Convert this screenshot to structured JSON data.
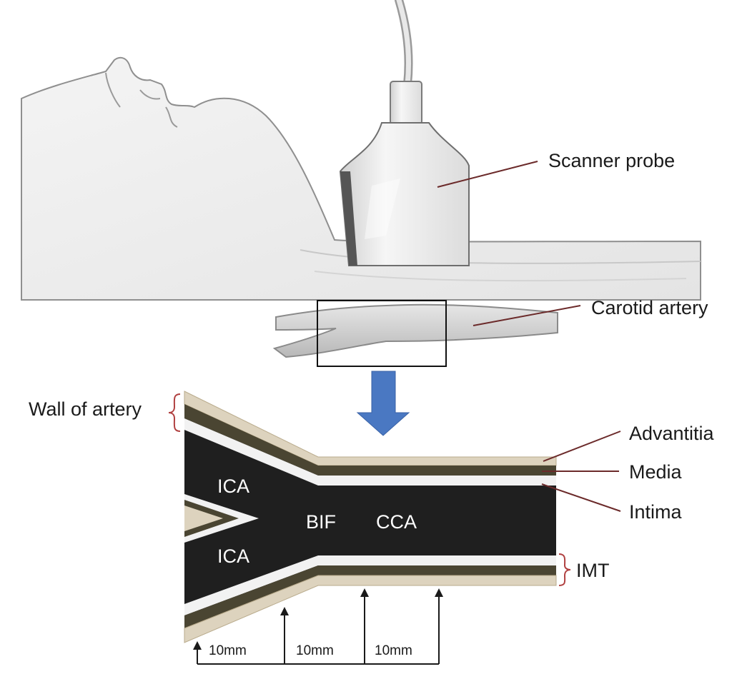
{
  "labels": {
    "scanner_probe": "Scanner probe",
    "carotid_artery": "Carotid artery",
    "wall_of_artery": "Wall of artery",
    "advantitia": "Advantitia",
    "media": "Media",
    "intima": "Intima",
    "imt": "IMT",
    "ica_upper": "ICA",
    "ica_lower": "ICA",
    "bif": "BIF",
    "cca": "CCA",
    "dist_1": "10mm",
    "dist_2": "10mm",
    "dist_3": "10mm"
  },
  "colors": {
    "lumen": "#1f1f1f",
    "adventitia": "#ddd3be",
    "media": "#4a4532",
    "intima": "#f2f2f2",
    "arrow": "#4a78c2",
    "bracket": "#b04040",
    "leader": "#6b2a2a"
  },
  "icons": {
    "down_arrow": "down-arrow-icon"
  }
}
